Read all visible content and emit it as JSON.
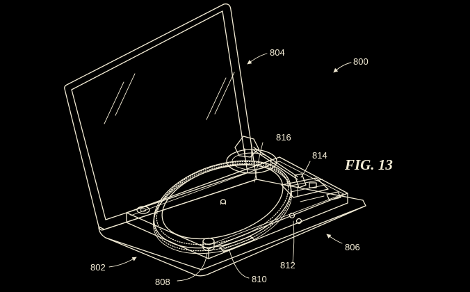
{
  "figure": {
    "title": "FIG. 13",
    "labels": {
      "l800": "800",
      "l802": "802",
      "l804": "804",
      "l806": "806",
      "l808": "808",
      "l810": "810",
      "l812": "812",
      "l814": "814",
      "l816": "816"
    }
  },
  "colors": {
    "background": "#000000",
    "ink": "#f1ead4"
  }
}
